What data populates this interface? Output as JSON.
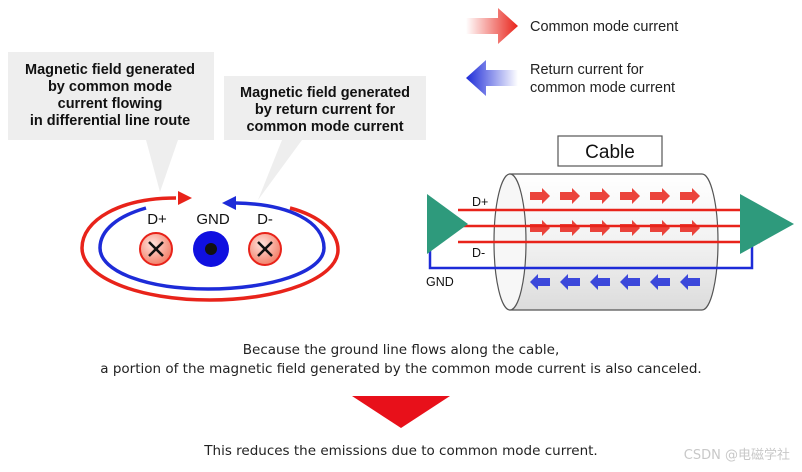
{
  "legend": {
    "common_mode": "Common mode current",
    "return_line1": "Return current for",
    "return_line2": "common mode current",
    "common_color": "#e8231a",
    "return_color": "#1d2bd8"
  },
  "callout_left": {
    "line1": "Magnetic field generated",
    "line2": "by common mode",
    "line3": "current flowing",
    "line4": "in differential line route"
  },
  "callout_right": {
    "line1": "Magnetic field generated",
    "line2": "by return current for",
    "line3": "common mode current"
  },
  "cross_section": {
    "dplus": "D+",
    "gnd": "GND",
    "dminus": "D-"
  },
  "cable": {
    "title": "Cable",
    "dplus": "D+",
    "dminus": "D-",
    "gnd": "GND",
    "body_color": "#f0f0f0",
    "triangle_color": "#2e9a7c"
  },
  "caption": {
    "line1": "Because the ground line flows along the cable,",
    "line2": "a portion of the magnetic field generated by the common mode current is also canceled.",
    "result": "This reduces the emissions due to common mode current."
  },
  "watermark": "CSDN @电磁学社"
}
